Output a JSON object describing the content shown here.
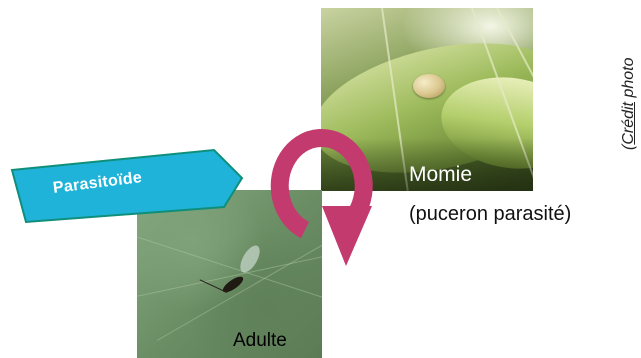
{
  "labels": {
    "mummy": "Momie",
    "mummy_caption": "(puceron parasité)",
    "adult": "Adulte"
  },
  "tag": {
    "text": "Parasitoïde",
    "fill_color": "#1fb3d9",
    "border_color": "#0f8f7a"
  },
  "credit": {
    "word": "Crédit",
    "rest": "photo"
  },
  "arrow": {
    "color": "#c23a6e"
  },
  "photos": {
    "top_right_subject": "mummified aphid on wheat spikelet",
    "bottom_left_subject": "adult parasitoid wasp on leaf"
  }
}
